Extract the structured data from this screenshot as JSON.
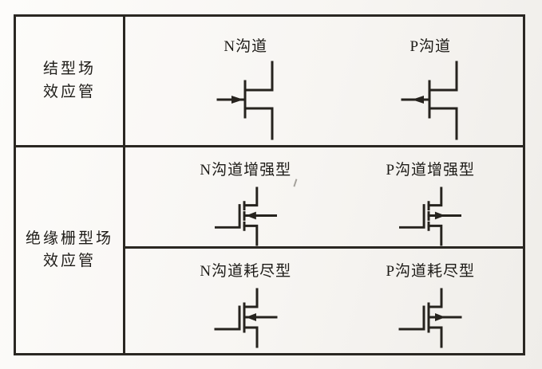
{
  "colors": {
    "line": "#26231e",
    "text": "#1d1b17",
    "border": "#2a2722",
    "paper": "#f7f5f2"
  },
  "table": {
    "row_jfet": {
      "header": {
        "line1": "结型场",
        "line2": "效应管"
      },
      "cells": {
        "n": {
          "label": "N沟道",
          "symbol": "n-channel-jfet-symbol",
          "gate_arrow": "right"
        },
        "p": {
          "label": "P沟道",
          "symbol": "p-channel-jfet-symbol",
          "gate_arrow": "left"
        }
      }
    },
    "row_igfet": {
      "header": {
        "line1": "绝缘栅型场",
        "line2": "效应管"
      },
      "subrow_enhancement": {
        "n": {
          "label": "N沟道增强型",
          "symbol": "n-channel-enhancement-mosfet-symbol",
          "bulk_arrow": "left",
          "channel_style": "dashed"
        },
        "p": {
          "label": "P沟道增强型",
          "symbol": "p-channel-enhancement-mosfet-symbol",
          "bulk_arrow": "right",
          "channel_style": "dashed"
        }
      },
      "subrow_depletion": {
        "n": {
          "label": "N沟道耗尽型",
          "symbol": "n-channel-depletion-mosfet-symbol",
          "bulk_arrow": "left",
          "channel_style": "solid"
        },
        "p": {
          "label": "P沟道耗尽型",
          "symbol": "p-channel-depletion-mosfet-symbol",
          "bulk_arrow": "right",
          "channel_style": "solid"
        }
      }
    }
  }
}
